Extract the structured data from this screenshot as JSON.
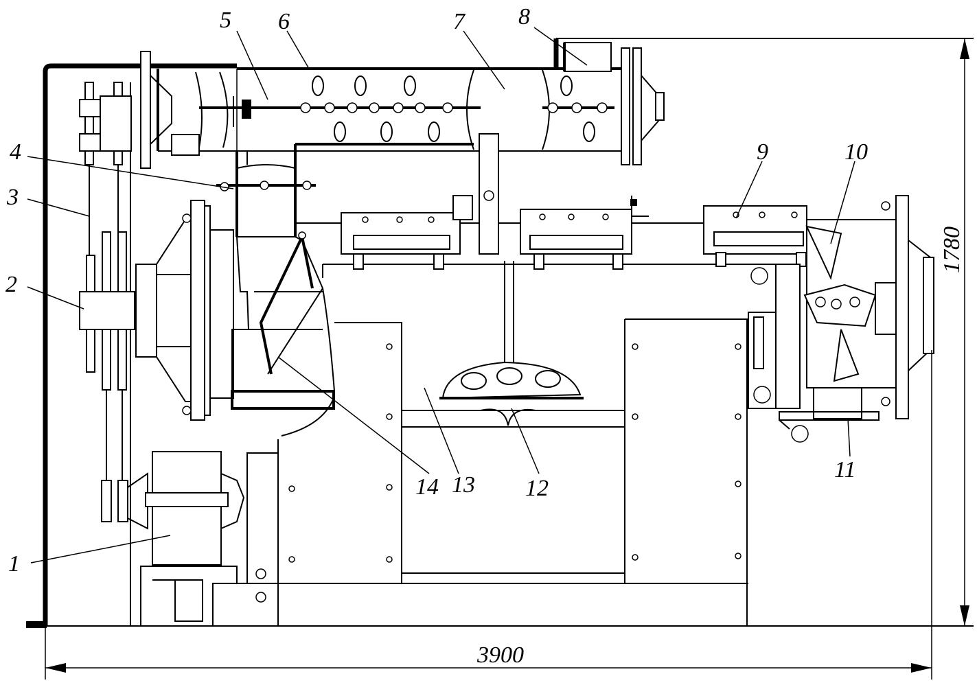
{
  "labels": {
    "l1": "1",
    "l2": "2",
    "l3": "3",
    "l4": "4",
    "l5": "5",
    "l6": "6",
    "l7": "7",
    "l8": "8",
    "l9": "9",
    "l10": "10",
    "l11": "11",
    "l12": "12",
    "l13": "13",
    "l14": "14"
  },
  "dimensions": {
    "width": "3900",
    "height": "1780"
  }
}
